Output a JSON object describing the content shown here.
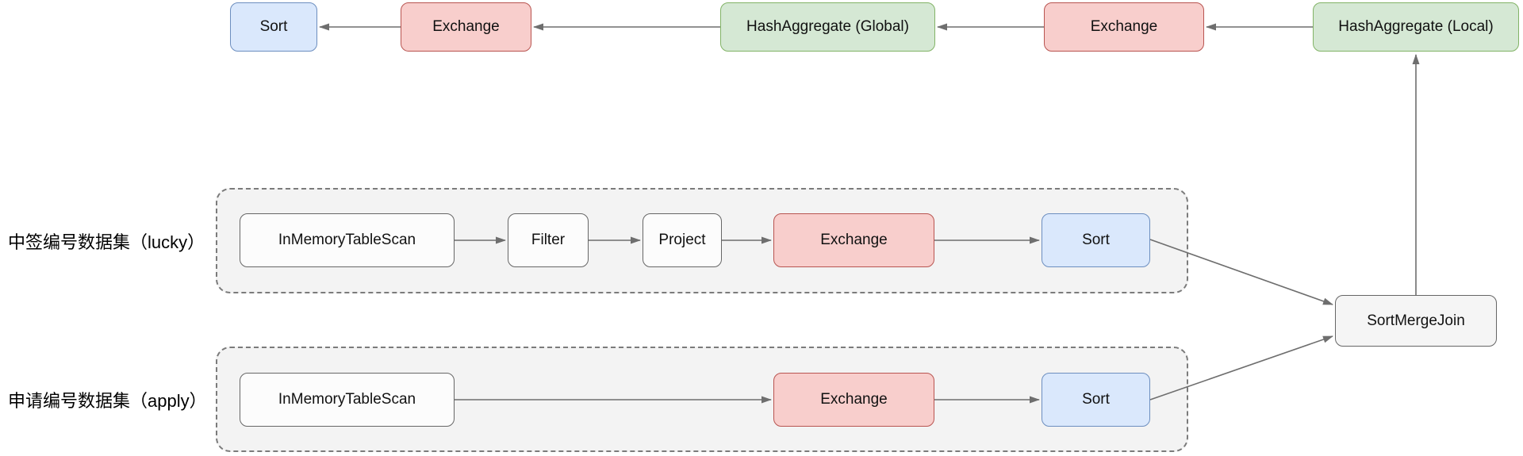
{
  "diagram": {
    "kind": "execution-plan-flowchart",
    "colors": {
      "sort_fill": "#dae8fc",
      "sort_stroke": "#6c8ebf",
      "exchange_fill": "#f8cecc",
      "exchange_stroke": "#b85450",
      "aggregate_fill": "#d5e8d4",
      "aggregate_stroke": "#82b366",
      "plain_fill": "#fcfcfc",
      "plain_stroke": "#666666",
      "group_fill": "#f3f3f3",
      "group_stroke": "#7b7b7b",
      "arrow": "#6e6e6e",
      "background": "#ffffff"
    },
    "top_chain": {
      "flow_direction": "right-to-left",
      "nodes": [
        {
          "label": "Sort",
          "kind": "sort"
        },
        {
          "label": "Exchange",
          "kind": "exchange"
        },
        {
          "label": "HashAggregate (Global)",
          "kind": "aggregate"
        },
        {
          "label": "Exchange",
          "kind": "exchange"
        },
        {
          "label": "HashAggregate (Local)",
          "kind": "aggregate"
        }
      ]
    },
    "groups": [
      {
        "label": "中签编号数据集（lucky）",
        "flow_direction": "left-to-right",
        "nodes": [
          {
            "label": "InMemoryTableScan",
            "kind": "plain"
          },
          {
            "label": "Filter",
            "kind": "plain"
          },
          {
            "label": "Project",
            "kind": "plain"
          },
          {
            "label": "Exchange",
            "kind": "exchange"
          },
          {
            "label": "Sort",
            "kind": "sort"
          }
        ]
      },
      {
        "label": "申请编号数据集（apply）",
        "flow_direction": "left-to-right",
        "nodes": [
          {
            "label": "InMemoryTableScan",
            "kind": "plain"
          },
          {
            "label": "Exchange",
            "kind": "exchange"
          },
          {
            "label": "Sort",
            "kind": "sort"
          }
        ]
      }
    ],
    "join_node": {
      "label": "SortMergeJoin",
      "kind": "plain"
    },
    "edges": [
      "lucky.InMemoryTableScan -> lucky.Filter",
      "lucky.Filter -> lucky.Project",
      "lucky.Project -> lucky.Exchange",
      "lucky.Exchange -> lucky.Sort",
      "lucky.Sort -> SortMergeJoin",
      "apply.InMemoryTableScan -> apply.Exchange",
      "apply.Exchange -> apply.Sort",
      "apply.Sort -> SortMergeJoin",
      "SortMergeJoin -> HashAggregate (Local)",
      "HashAggregate (Local) -> Exchange",
      "Exchange -> HashAggregate (Global)",
      "HashAggregate (Global) -> Exchange",
      "Exchange -> Sort"
    ]
  }
}
